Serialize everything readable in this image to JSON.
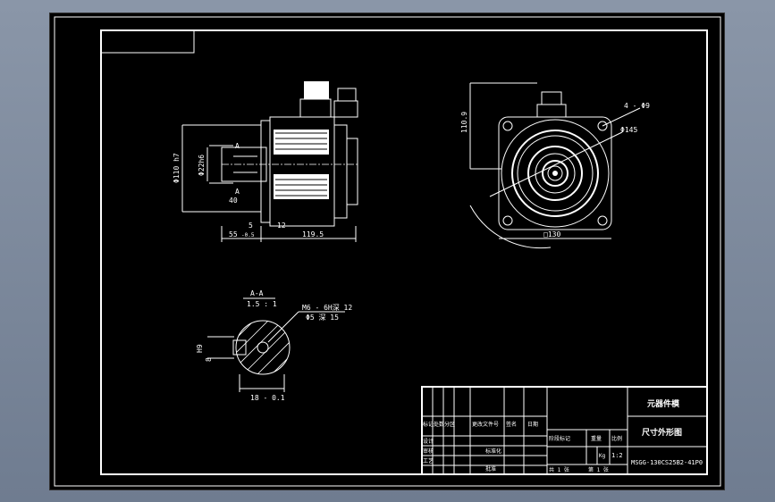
{
  "drawing": {
    "side_view": {
      "dim_shaft_length": "55",
      "dim_shaft_tolerance": "-0.5",
      "dim_body_length": "119.5",
      "dim_shoulder": "5",
      "dim_flange": "12",
      "dim_spigot": "Φ110 h7",
      "dim_shaft_dia": "Φ22h6",
      "dim_key": "40",
      "section_marker_top": "A",
      "section_marker_bottom": "A"
    },
    "front_view": {
      "dim_height": "110.9",
      "dim_holes": "4 - Φ9",
      "dim_pcd": "Φ145",
      "dim_square": "□130"
    },
    "section_view": {
      "title": "A-A",
      "scale": "1.5 : 1",
      "thread_note": "M6 - 6H深 12",
      "drill_note": "Φ5 深 15",
      "dim_key_width": "H9",
      "dim_key_depth": "8",
      "dim_shaft_width": "18 - 0.1"
    },
    "title_block": {
      "company": "元器件模",
      "drawing_title": "尺寸外形图",
      "model": "MSGG-130CS25B2-41P0",
      "scale_value": "1:2",
      "header_labels": [
        "标记",
        "处数",
        "分区",
        "更改文件号",
        "签名",
        "日期"
      ],
      "row_labels": [
        "设计",
        "审核",
        "工艺"
      ],
      "stage_label": "阶段标记",
      "weight_label": "重量",
      "scale_label": "比例",
      "std_label": "标准化",
      "approve_label": "批准",
      "sheet_total": "共 1 张",
      "sheet_no": "第 1 张",
      "unit_kg": "Kg"
    }
  }
}
